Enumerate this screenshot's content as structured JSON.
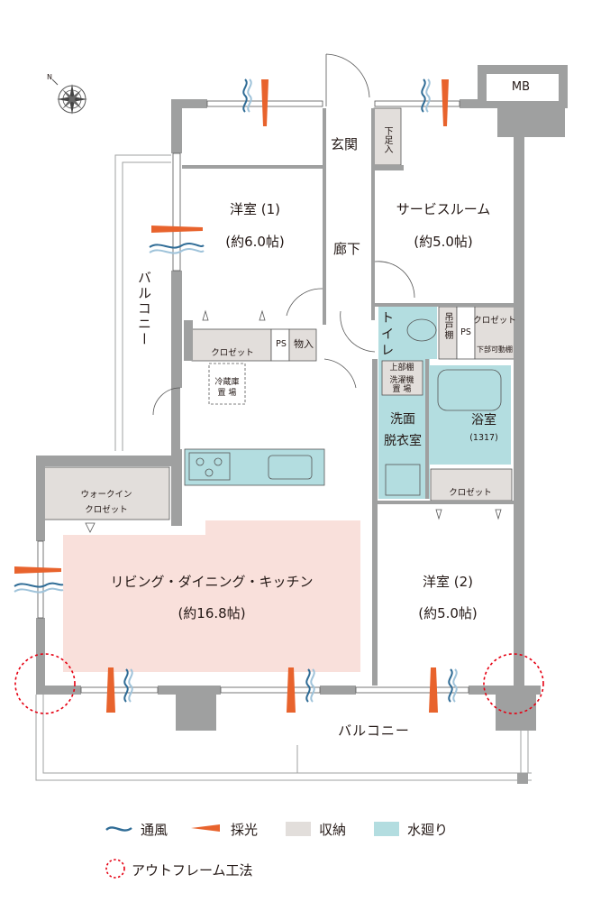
{
  "rooms": {
    "western1": {
      "name": "洋室 (1)",
      "size": "(約6.0帖)"
    },
    "service": {
      "name": "サービスルーム",
      "size": "(約5.0帖)"
    },
    "ldk": {
      "name": "リビング・ダイニング・キッチン",
      "size": "(約16.8帖)"
    },
    "western2": {
      "name": "洋室 (2)",
      "size": "(約5.0帖)"
    },
    "entrance": "玄関",
    "hallway": "廊下",
    "toilet": "トイレ",
    "washroom": "洗面\n脱衣室",
    "bath": "浴室",
    "bath_size": "(1317)",
    "mb": "MB"
  },
  "fixtures": {
    "shoe_storage": "下足入",
    "closet": "クロゼット",
    "ps": "PS",
    "storage": "物入",
    "fridge": "冷蔵庫\n置 場",
    "walk_in": "ウォークイン\nクロゼット",
    "hanging": "吊戸棚",
    "lower_movable": "下部可動棚",
    "upper_shelf": "上部棚",
    "washer": "洗濯機\n置 場"
  },
  "balcony": {
    "side": "バルコニー",
    "bottom": "バルコニー"
  },
  "compass": {
    "north": "N"
  },
  "legend": {
    "ventilation": "通風",
    "daylight": "採光",
    "storage": "収納",
    "water": "水廻り",
    "outframe": "アウトフレーム工法"
  },
  "colors": {
    "wall": "#9fa0a0",
    "storage": "#e2dedb",
    "water": "#b3dde0",
    "ldk": "#f9e0db",
    "ventilation": "#2f6c96",
    "daylight": "#e8632d",
    "outframe": "#e60012"
  }
}
